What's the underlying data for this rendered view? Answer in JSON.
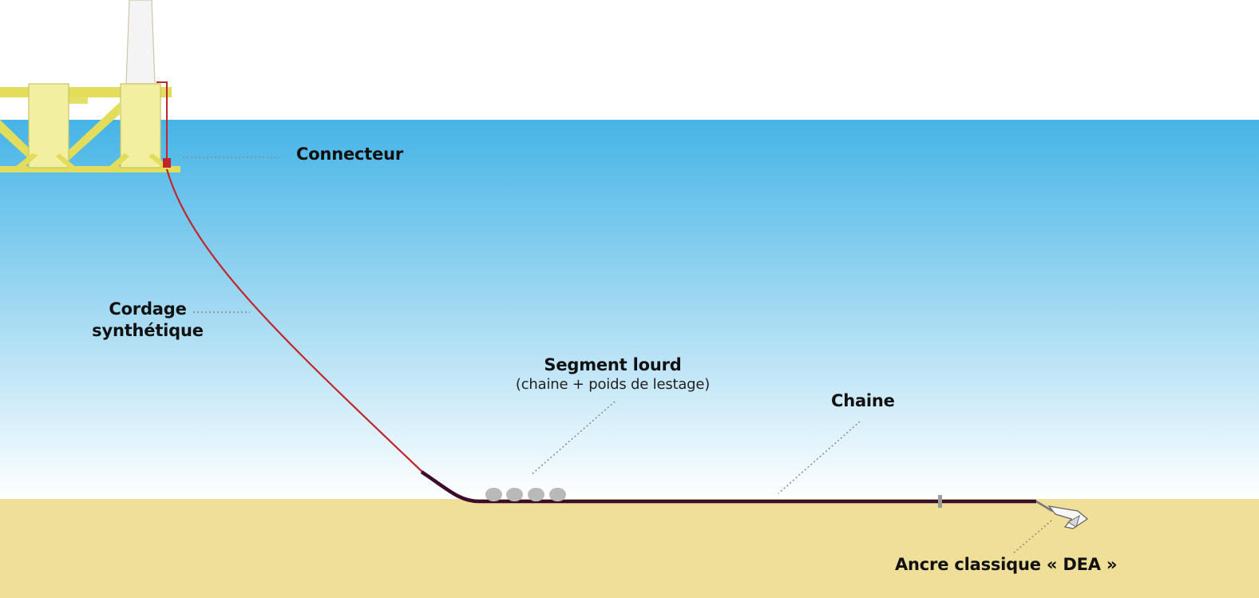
{
  "labels": {
    "connector": "Connecteur",
    "synthetic_rope_line1": "Cordage",
    "synthetic_rope_line2": "synthétique",
    "heavy_segment_title": "Segment lourd",
    "heavy_segment_detail": "(chaine + poids de lestage)",
    "chain": "Chaine",
    "anchor": "Ancre classique « DEA »"
  },
  "colors": {
    "sky": "#ffffff",
    "sea_top": "#45b4e6",
    "sea_bottom": "#ffffff",
    "seabed": "#f0df99",
    "platform": "#e2dd5a",
    "platform_column": "#f2f0a0",
    "tower": "#f4f4f4",
    "rope": "#c0262d",
    "chain": "#3b0d2a",
    "weights": "#b9b9b9",
    "leader_line": "#888888"
  }
}
